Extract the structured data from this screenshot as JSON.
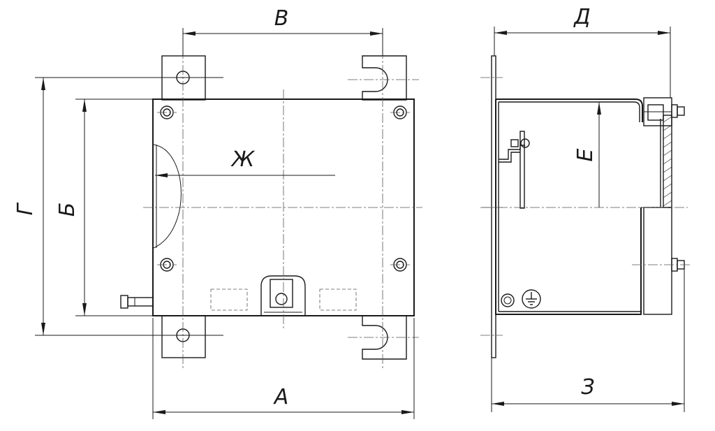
{
  "drawing": {
    "dimensions": {
      "A": "А",
      "B": "Б",
      "V": "В",
      "G": "Г",
      "D": "Д",
      "E": "Е",
      "Zh": "Ж",
      "Z": "З"
    },
    "colors": {
      "line": "#1a1a1a",
      "background": "#ffffff"
    },
    "symbols": [
      "ground-symbol"
    ]
  }
}
